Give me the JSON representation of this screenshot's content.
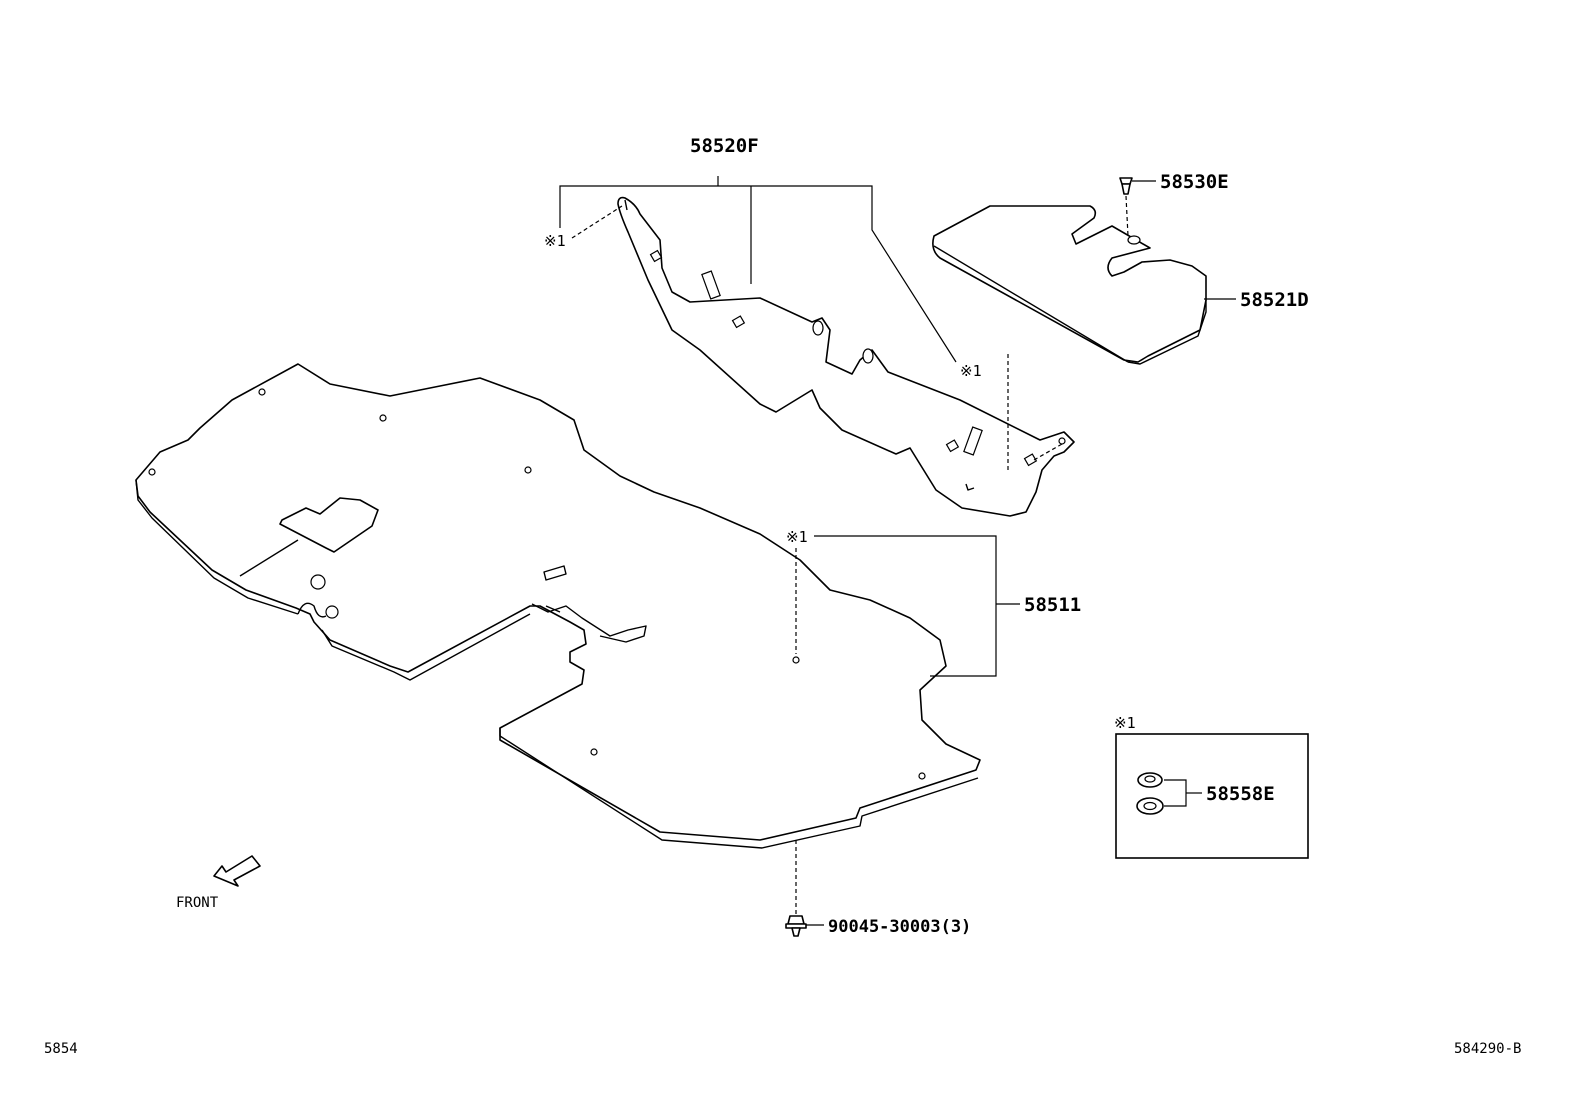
{
  "diagram": {
    "parts": {
      "p58520F": "58520F",
      "p58530E": "58530E",
      "p58521D": "58521D",
      "p58511": "58511",
      "p58558E": "58558E",
      "p90045": "90045-30003(3)"
    },
    "note_marker": "※1",
    "front_label": "FRONT",
    "page_code": "5854",
    "figure_code": "584290-B"
  }
}
